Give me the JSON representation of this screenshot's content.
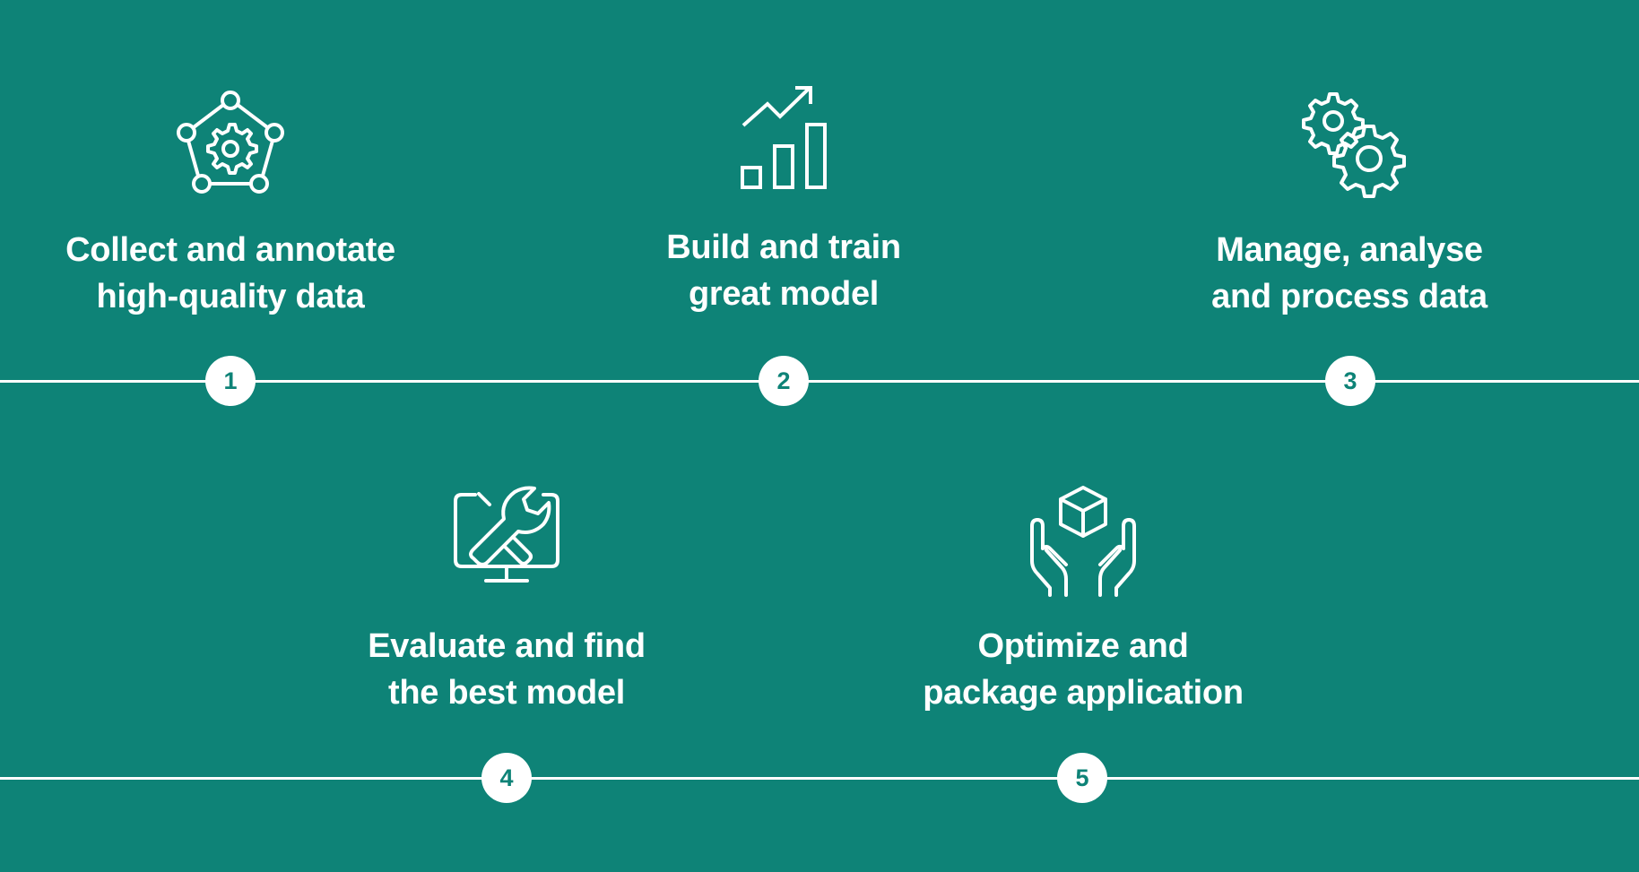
{
  "colors": {
    "background": "#0e8377",
    "foreground": "#ffffff",
    "badge_text": "#0e8377"
  },
  "steps": [
    {
      "number": "1",
      "line1": "Collect and annotate",
      "line2": "high-quality data",
      "icon": "gear-network-icon"
    },
    {
      "number": "2",
      "line1": "Build and train",
      "line2": "great model",
      "icon": "growth-chart-icon"
    },
    {
      "number": "3",
      "line1": "Manage, analyse",
      "line2": "and process data",
      "icon": "gears-icon"
    },
    {
      "number": "4",
      "line1": "Evaluate and find",
      "line2": "the best model",
      "icon": "monitor-wrench-icon"
    },
    {
      "number": "5",
      "line1": "Optimize and",
      "line2": "package application",
      "icon": "hands-box-icon"
    }
  ]
}
